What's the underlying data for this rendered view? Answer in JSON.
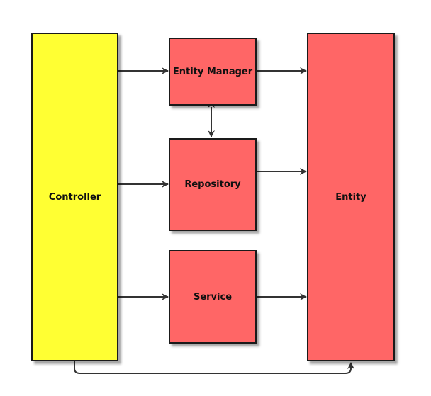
{
  "diagram": {
    "colors": {
      "controller_fill": "#ffff33",
      "component_fill": "#ff6666",
      "stroke": "#1a1a1a"
    },
    "nodes": {
      "controller": {
        "label": "Controller"
      },
      "entity_manager": {
        "label": "Entity Manager"
      },
      "repository": {
        "label": "Repository"
      },
      "service": {
        "label": "Service"
      },
      "entity": {
        "label": "Entity"
      }
    },
    "edges": [
      {
        "from": "controller",
        "to": "entity_manager"
      },
      {
        "from": "controller",
        "to": "repository"
      },
      {
        "from": "controller",
        "to": "service"
      },
      {
        "from": "entity_manager",
        "to": "entity"
      },
      {
        "from": "repository",
        "to": "entity"
      },
      {
        "from": "service",
        "to": "entity"
      },
      {
        "from": "entity_manager",
        "to": "repository",
        "bidirectional": true
      },
      {
        "from": "controller",
        "to": "entity"
      }
    ]
  }
}
